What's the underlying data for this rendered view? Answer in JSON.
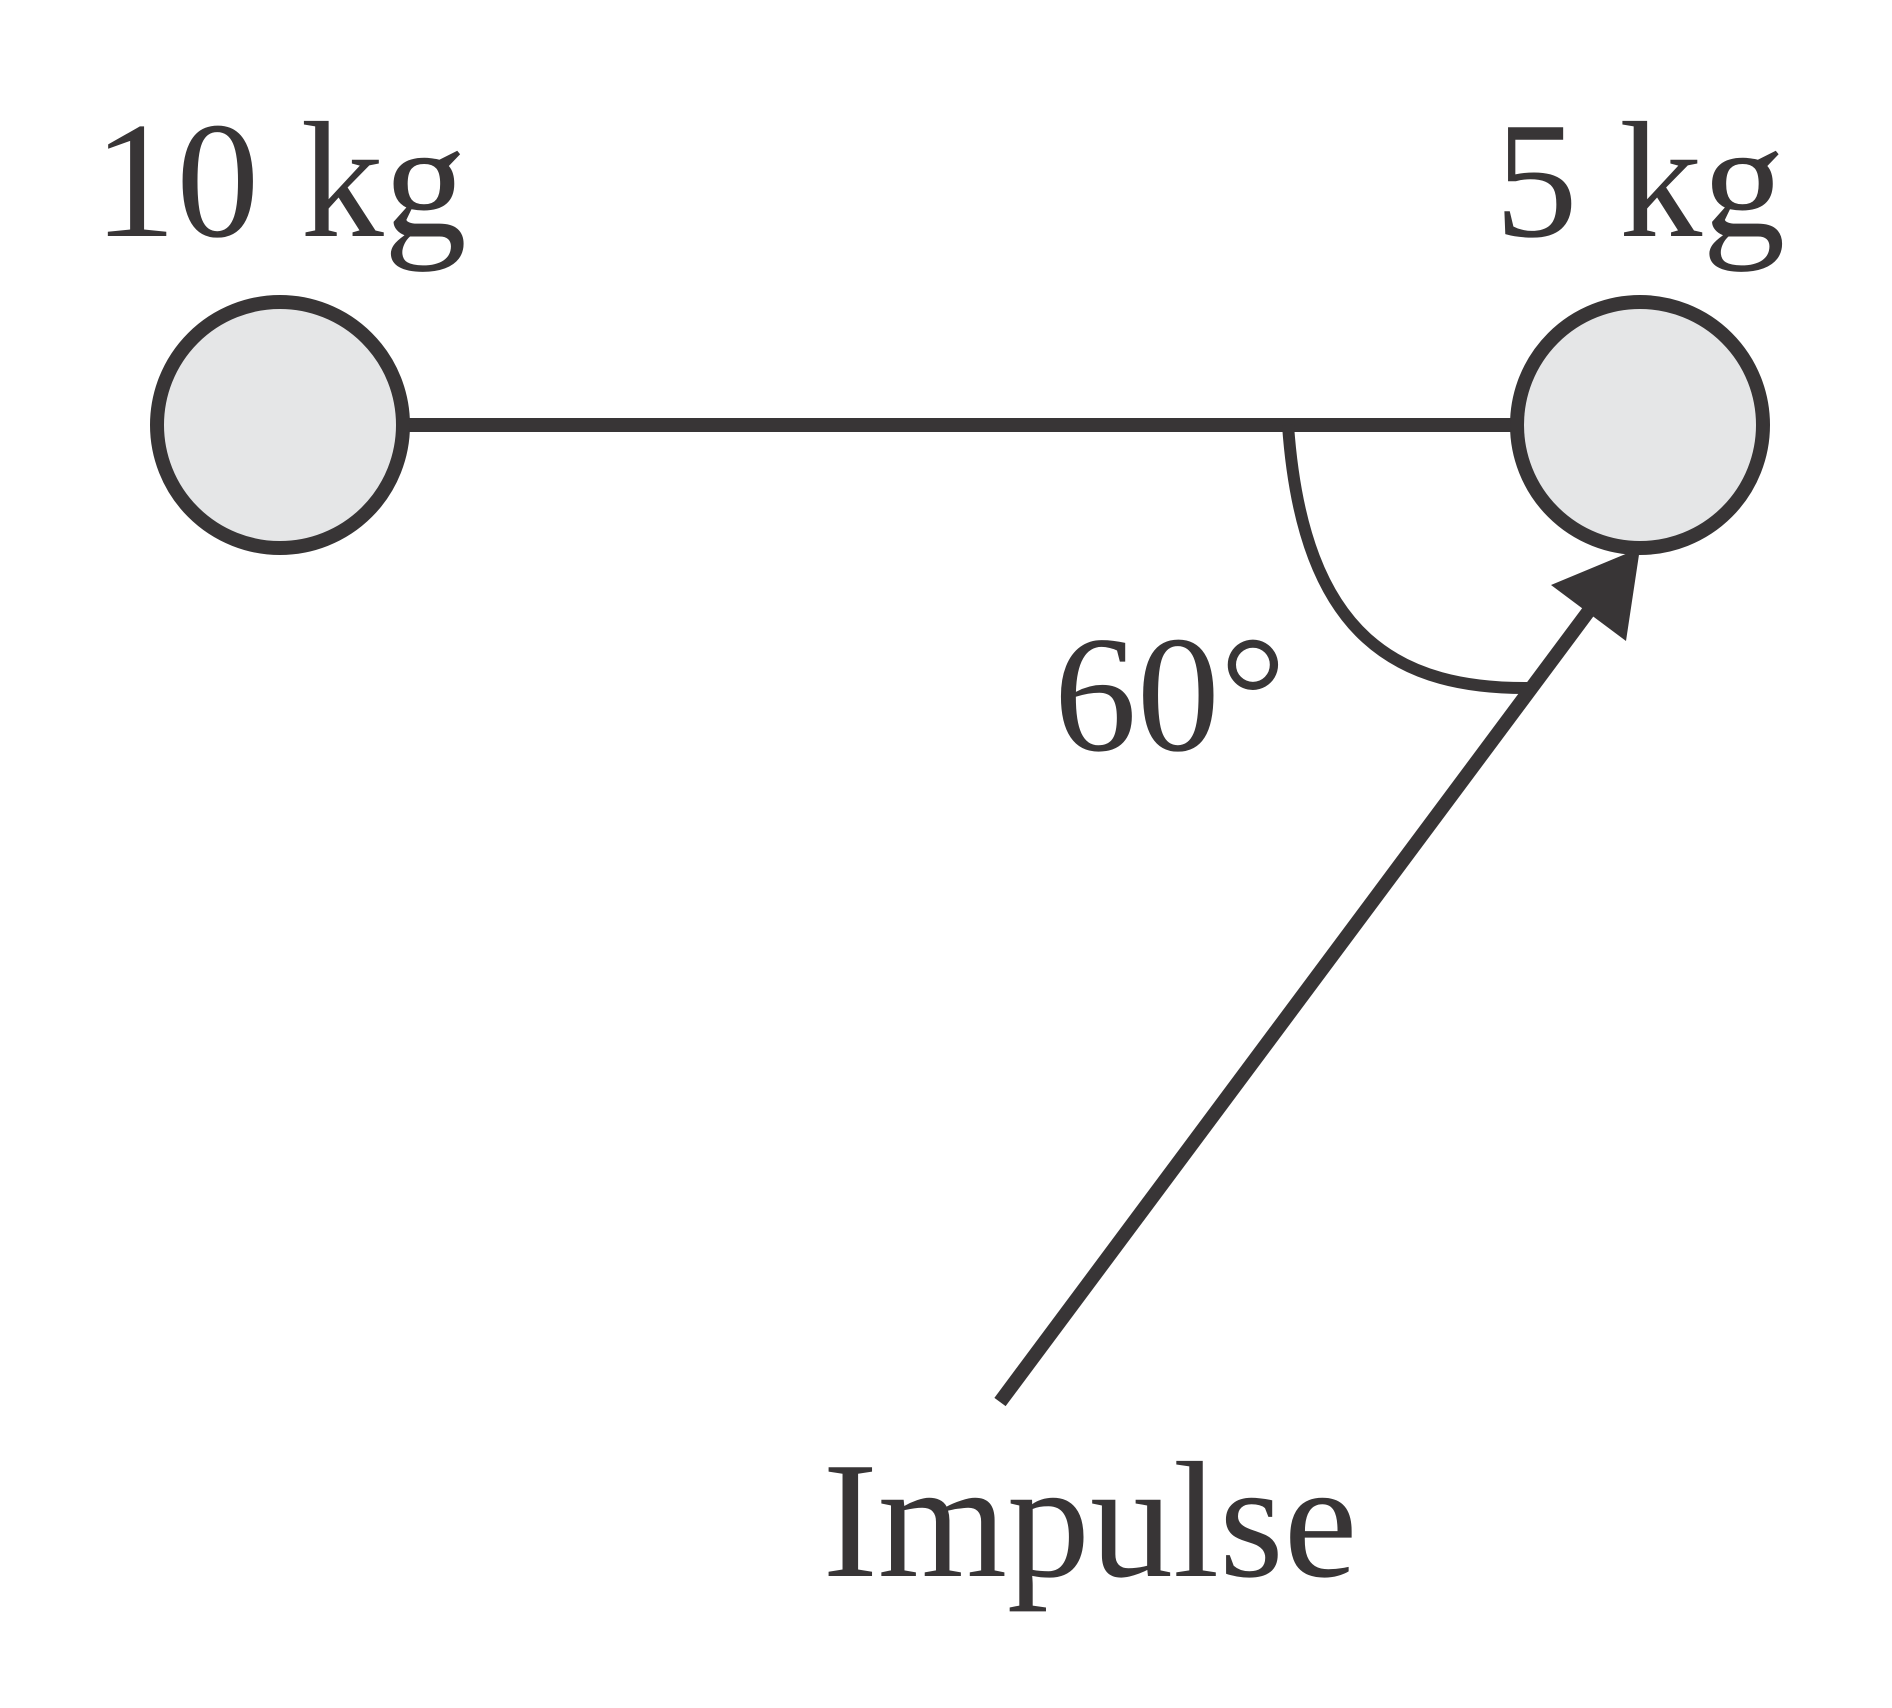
{
  "masses": {
    "left": {
      "label": "10 kg",
      "value": 10,
      "unit": "kg"
    },
    "right": {
      "label": "5 kg",
      "value": 5,
      "unit": "kg"
    }
  },
  "angle": {
    "label": "60°",
    "degrees": 60
  },
  "impulse": {
    "label": "Impulse"
  },
  "colors": {
    "stroke": "#383536",
    "ball_fill": "#e5e6e7",
    "background": "#ffffff"
  }
}
